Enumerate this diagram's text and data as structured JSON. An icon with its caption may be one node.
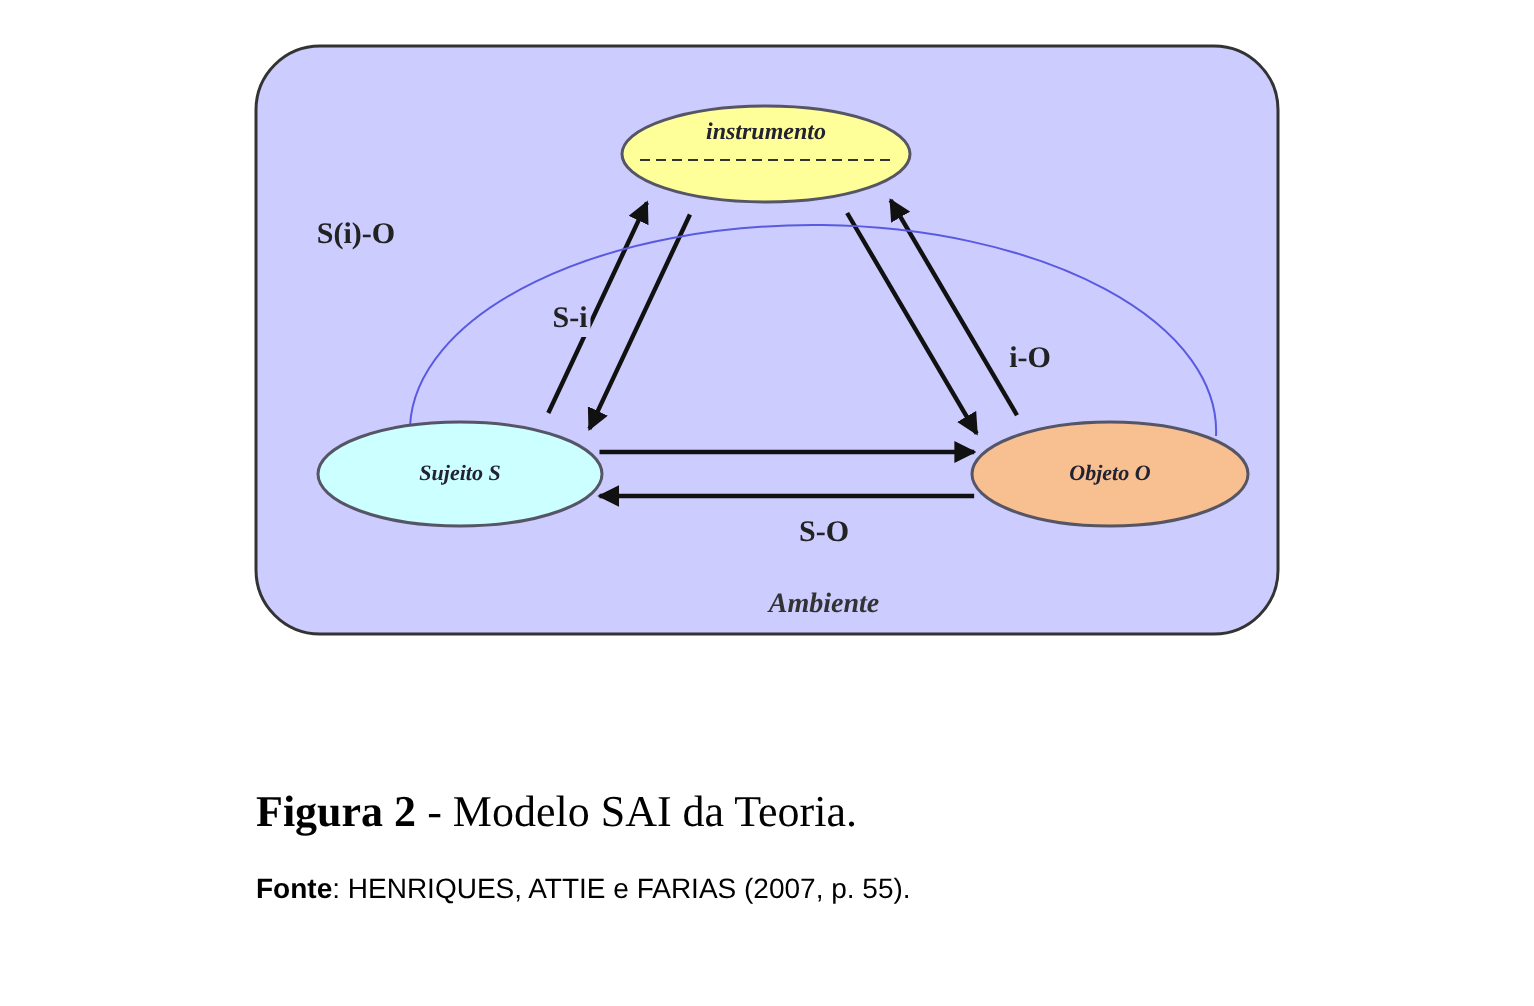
{
  "diagram": {
    "caption": "**Figura 2** - Modelo SAI da Teoria.",
    "nodes": [
      {
        "text": [
          "Ambiente"
        ]
      },
      {
        "text": [
          "instrumento"
        ],
        "in": 0
      },
      {
        "text": [
          "Sujeito S"
        ],
        "in": 0
      },
      {
        "text": [
          "Objeto O"
        ],
        "in": 0
      }
    ],
    "edges": [
      {
        "from": 2,
        "to": 1,
        "arrow": "to",
        "label": "S-i"
      },
      {
        "from": 1,
        "to": 2,
        "arrow": "to"
      },
      {
        "from": 1,
        "to": 3,
        "arrow": "to"
      },
      {
        "from": 3,
        "to": 1,
        "arrow": "to",
        "label": "i-O"
      },
      {
        "from": 2,
        "to": 3,
        "arrow": "to"
      },
      {
        "from": 3,
        "to": 2,
        "arrow": "to",
        "label": "S-O"
      },
      {
        "from": 2,
        "to": 3,
        "arrow": "none",
        "label": "S(i)-O",
        "color": "#5a5ae0"
      }
    ],
    "labels": [
      "**Fonte**: HENRIQUES, ATTIE e FARIAS (2007, p. 55)."
    ]
  }
}
